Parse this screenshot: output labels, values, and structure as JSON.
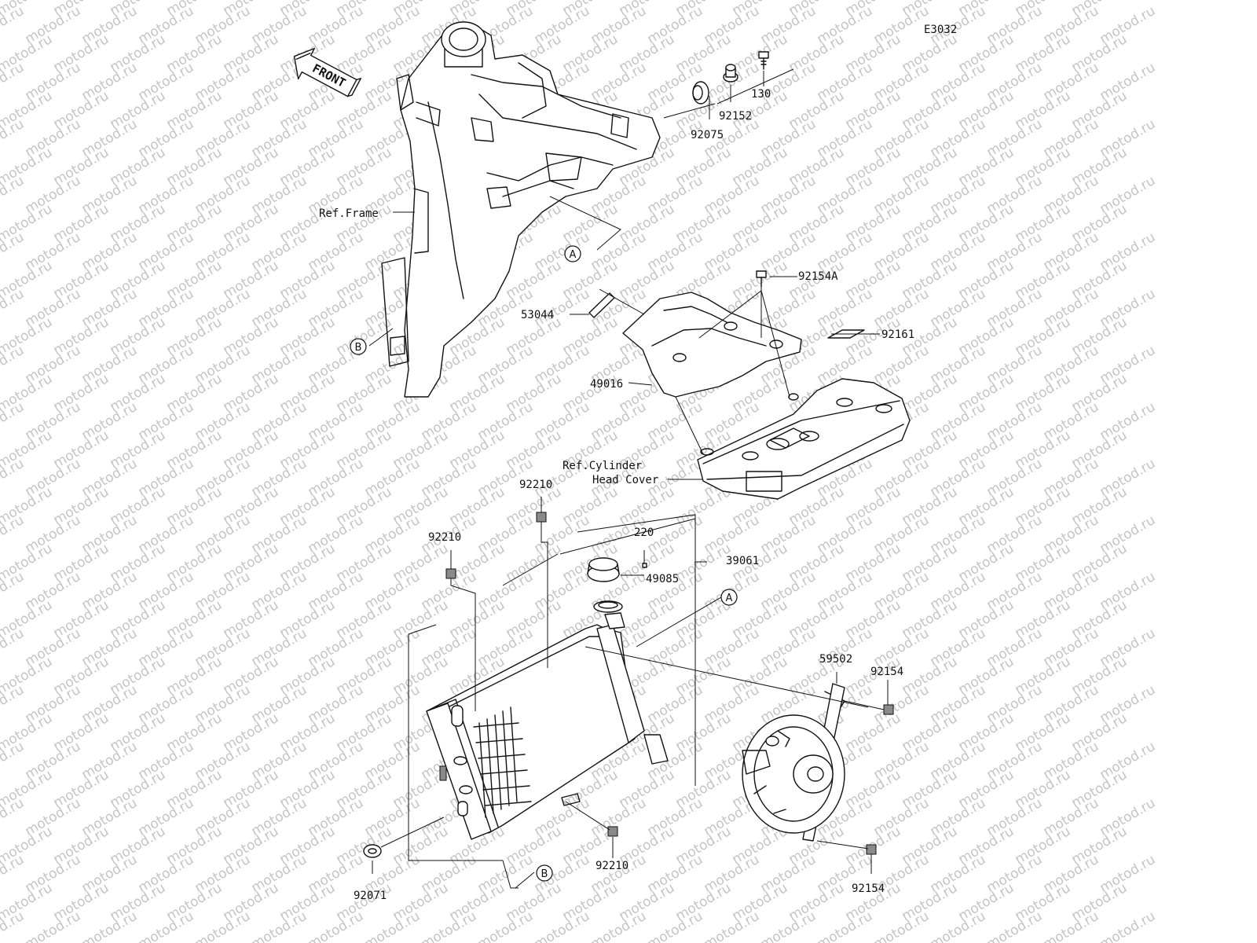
{
  "diagram_code": "E3032",
  "watermark": "motod.ru",
  "front_arrow_label": "FRONT",
  "refs": {
    "frame": "Ref.Frame",
    "cyl_line1": "Ref.Cylinder",
    "cyl_line2": "Head Cover"
  },
  "callouts": {
    "a": "A",
    "b": "B"
  },
  "part_numbers": {
    "p130": "130",
    "p92152": "92152",
    "p92075": "92075",
    "p92154A": "92154A",
    "p53044": "53044",
    "p92161": "92161",
    "p49016": "49016",
    "p92210": "92210",
    "p220": "220",
    "p39061": "39061",
    "p49085": "49085",
    "p59502": "59502",
    "p92154": "92154",
    "p92071": "92071"
  }
}
